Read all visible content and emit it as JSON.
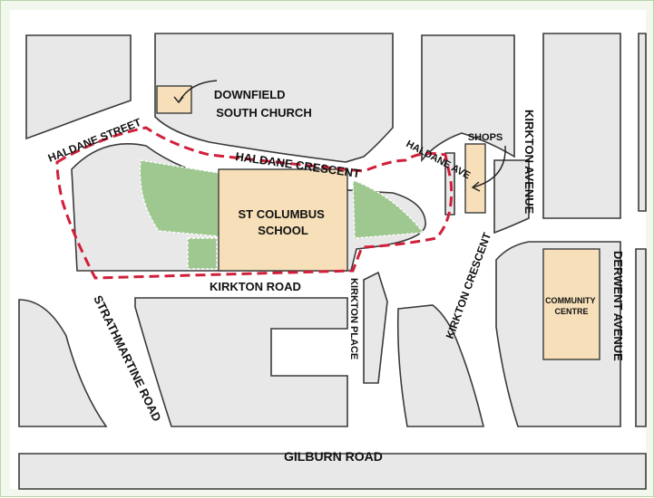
{
  "map": {
    "labels": {
      "downfield_church": [
        "DOWNFIELD",
        "SOUTH CHURCH"
      ],
      "shops": "SHOPS",
      "haldane_street": "HALDANE STREET",
      "haldane_crescent": "HALDANE CRESCENT",
      "haldane_ave": "HALDANE AVE",
      "kirkton_avenue": "KIRKTON AVENUE",
      "school": [
        "ST COLUMBUS",
        "SCHOOL"
      ],
      "kirkton_road": "KIRKTON ROAD",
      "kirkton_place": "KIRKTON PLACE",
      "kirkton_crescent": "KIRKTON CRESCENT",
      "strathmartine_road": "STRATHMARTINE ROAD",
      "community_centre": [
        "COMMUNITY",
        "CENTRE"
      ],
      "derwent_avenue": "DERWENT AVENUE",
      "gilburn_road": "GILBURN ROAD"
    },
    "colors": {
      "background": "#f3f8ef",
      "frame_border": "#b7d3a8",
      "road": "#ffffff",
      "block": "#e8e8e8",
      "block_edge": "#3a3a3a",
      "building": "#f6dfb9",
      "green_space": "#9fc891",
      "route": "#d01f3b"
    }
  }
}
